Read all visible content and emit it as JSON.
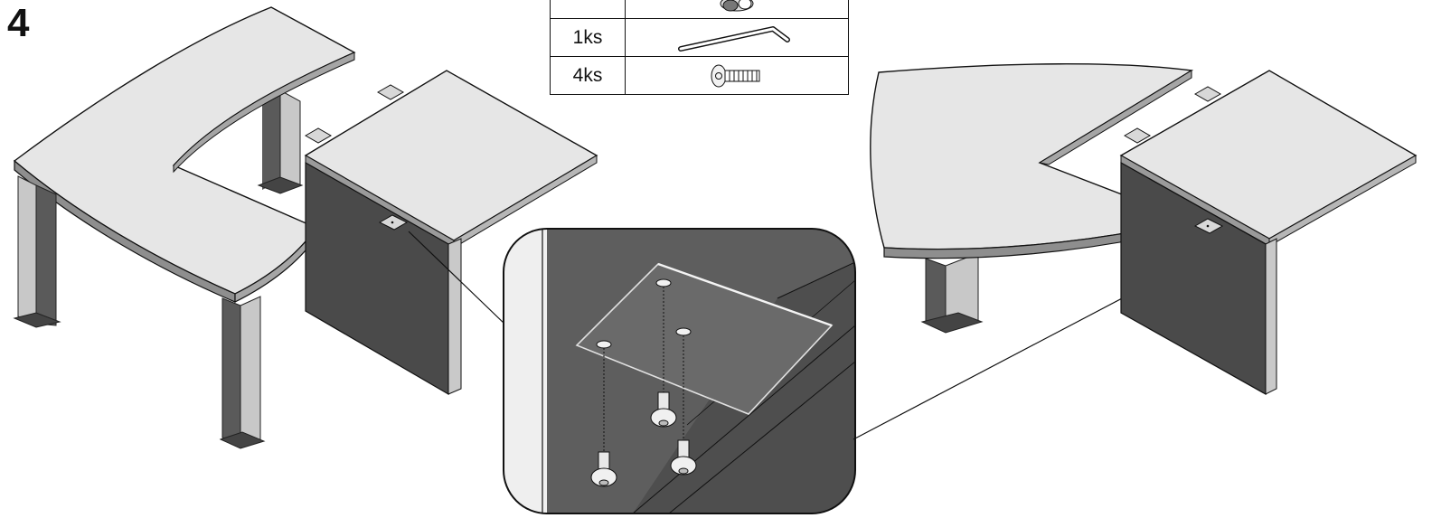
{
  "step": {
    "number": "4"
  },
  "parts": [
    {
      "qty": "",
      "icon": "cam-lock-icon"
    },
    {
      "qty": "1ks",
      "icon": "allen-key-icon"
    },
    {
      "qty": "4ks",
      "icon": "screw-icon"
    }
  ],
  "colors": {
    "top_light": "#e6e6e6",
    "top_edge": "#9a9a9a",
    "panel_dark": "#4a4a4a",
    "panel_edge": "#c9c9c9",
    "leg_dark": "#5a5a5a",
    "leg_light": "#c8c8c8",
    "zoom_bg": "#5e5e5e",
    "line": "#111111"
  }
}
